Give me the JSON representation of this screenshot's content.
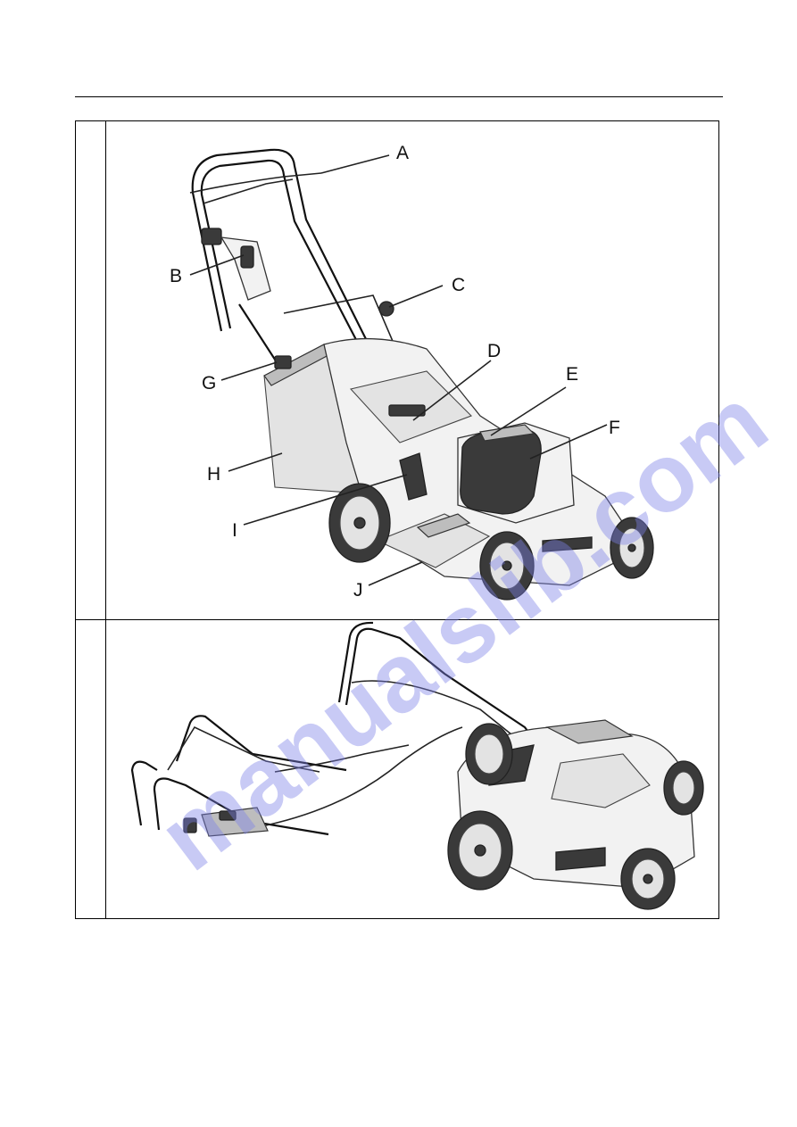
{
  "figure1": {
    "labels": {
      "A": "A",
      "B": "B",
      "C": "C",
      "D": "D",
      "E": "E",
      "F": "F",
      "G": "G",
      "H": "H",
      "I": "I",
      "J": "J"
    }
  },
  "watermark": {
    "text": "manualslib.com"
  }
}
